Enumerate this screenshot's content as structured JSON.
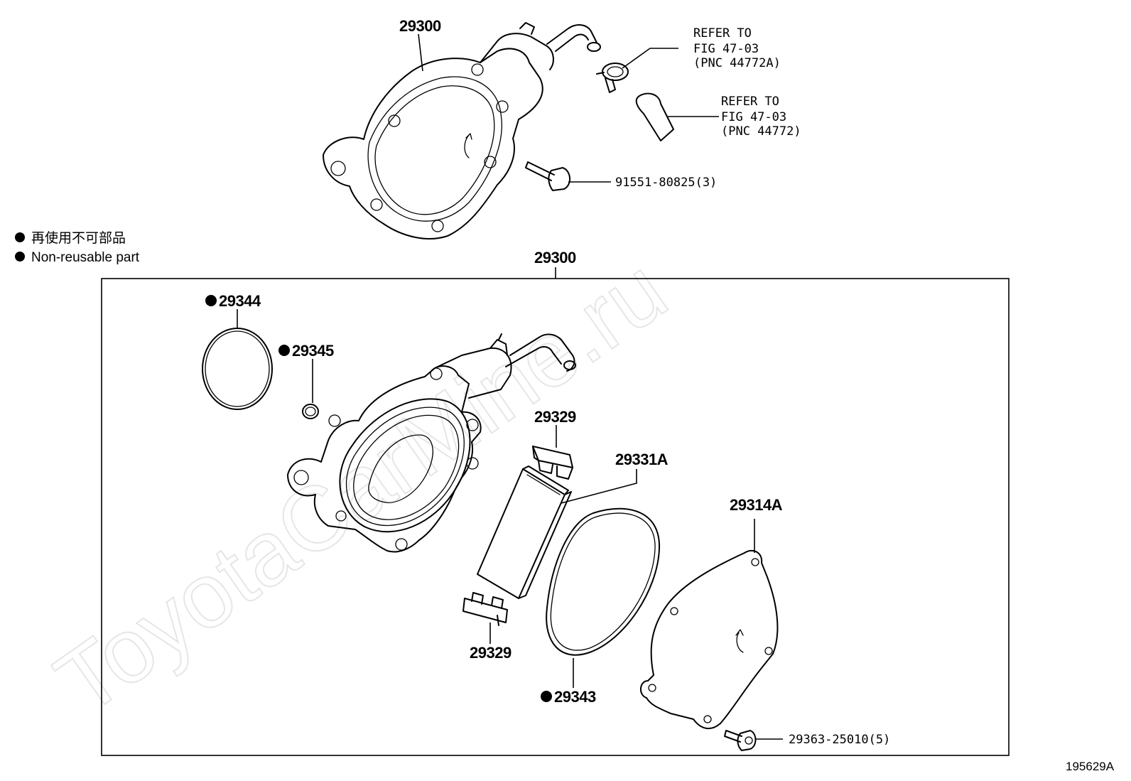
{
  "watermark": "ToyotaCarMine.ru",
  "legend": {
    "line_jp": "再使用不可部品",
    "line_en": "Non-reusable part"
  },
  "top_assembly": {
    "label": "29300",
    "ref1": {
      "line1": "REFER TO",
      "line2": "FIG 47-03",
      "line3": "(PNC 44772A)"
    },
    "ref2": {
      "line1": "REFER TO",
      "line2": "FIG 47-03",
      "line3": "(PNC 44772)"
    },
    "bolt_label": "91551-80825(3)"
  },
  "exploded": {
    "label": "29300",
    "oring_large": "29344",
    "oring_small": "29345",
    "vane_top": "29329",
    "rotor": "29331A",
    "cover": "29314A",
    "vane_bottom": "29329",
    "gasket": "29343",
    "bolt_label": "29363-25010(5)"
  },
  "figure_code": "195629A"
}
